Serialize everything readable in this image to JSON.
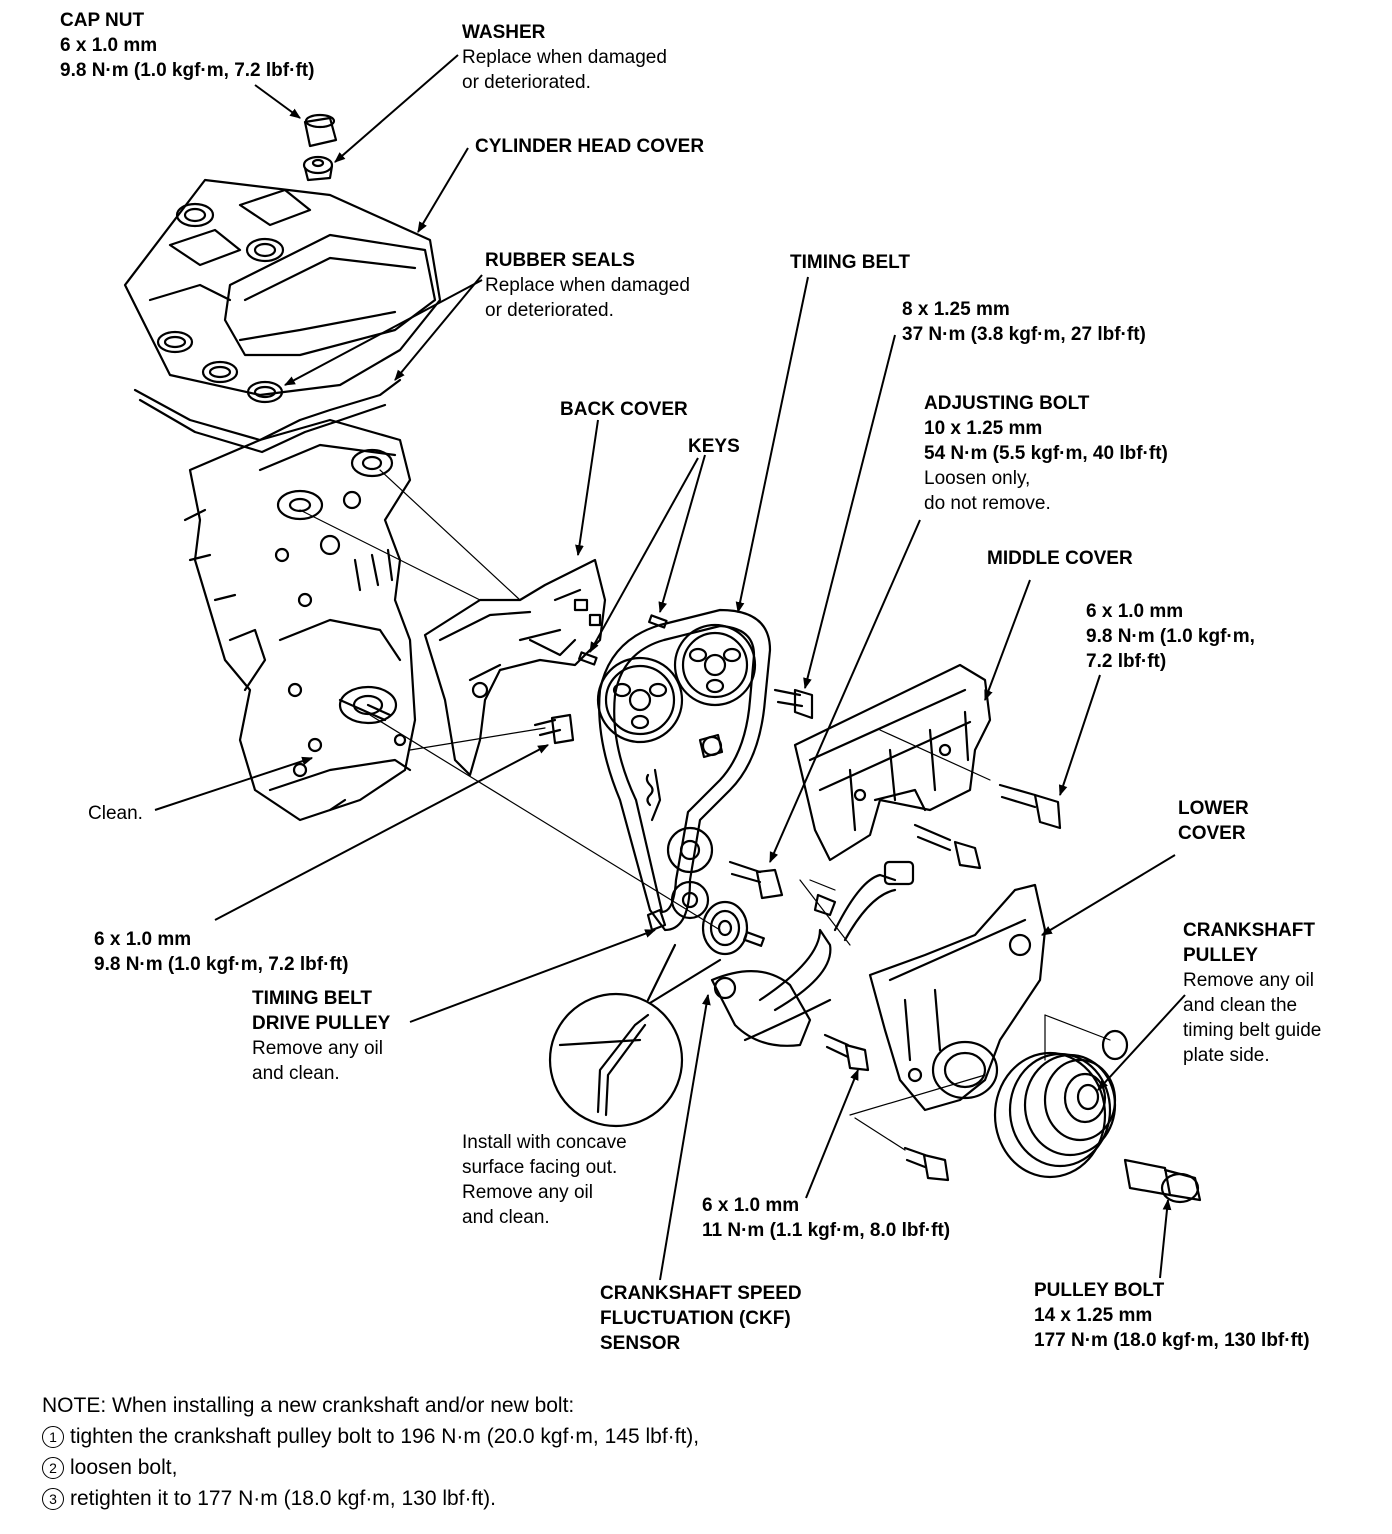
{
  "labels": {
    "cap_nut": {
      "title": "CAP NUT",
      "line1": "6 x 1.0 mm",
      "line2": "9.8 N·m (1.0 kgf·m, 7.2 lbf·ft)"
    },
    "washer": {
      "title": "WASHER",
      "line1": "Replace when damaged",
      "line2": "or deteriorated."
    },
    "cylinder_head_cover": {
      "title": "CYLINDER HEAD COVER"
    },
    "rubber_seals": {
      "title": "RUBBER SEALS",
      "line1": "Replace when damaged",
      "line2": "or deteriorated."
    },
    "timing_belt": {
      "title": "TIMING BELT"
    },
    "bolt_8x125": {
      "line1": "8 x 1.25 mm",
      "line2": "37 N·m (3.8 kgf·m, 27 lbf·ft)"
    },
    "back_cover": {
      "title": "BACK COVER"
    },
    "keys": {
      "title": "KEYS"
    },
    "adjusting_bolt": {
      "title": "ADJUSTING BOLT",
      "line1": "10 x 1.25 mm",
      "line2": "54 N·m (5.5 kgf·m, 40 lbf·ft)",
      "line3": "Loosen only,",
      "line4": "do not remove."
    },
    "middle_cover": {
      "title": "MIDDLE COVER"
    },
    "bolt_6x10_right": {
      "line1": "6 x 1.0 mm",
      "line2": "9.8 N·m (1.0 kgf·m,",
      "line3": "7.2 lbf·ft)"
    },
    "clean": {
      "text": "Clean."
    },
    "lower_cover": {
      "line1": "LOWER",
      "line2": "COVER"
    },
    "bolt_6x10_left": {
      "line1": "6 x 1.0 mm",
      "line2": "9.8 N·m (1.0 kgf·m, 7.2 lbf·ft)"
    },
    "crankshaft_pulley": {
      "title1": "CRANKSHAFT",
      "title2": "PULLEY",
      "line1": "Remove any oil",
      "line2": "and clean the",
      "line3": "timing belt guide",
      "line4": "plate side."
    },
    "drive_pulley": {
      "title1": "TIMING BELT",
      "title2": "DRIVE PULLEY",
      "line1": "Remove any oil",
      "line2": "and clean."
    },
    "install_concave": {
      "line1": "Install with concave",
      "line2": "surface facing out.",
      "line3": "Remove any oil",
      "line4": "and clean."
    },
    "bolt_6x10_11nm": {
      "line1": "6 x 1.0 mm",
      "line2": "11 N·m (1.1 kgf·m, 8.0 lbf·ft)"
    },
    "ckf_sensor": {
      "line1": "CRANKSHAFT SPEED",
      "line2": "FLUCTUATION (CKF)",
      "line3": "SENSOR"
    },
    "pulley_bolt": {
      "title": "PULLEY BOLT",
      "line1": "14 x 1.25 mm",
      "line2": "177 N·m (18.0 kgf·m, 130 lbf·ft)"
    }
  },
  "note": {
    "header": "NOTE:  When installing a new crankshaft and/or new bolt:",
    "steps": [
      {
        "num": "1",
        "text": "tighten the crankshaft pulley bolt to 196 N·m (20.0 kgf·m, 145 lbf·ft),"
      },
      {
        "num": "2",
        "text": "loosen bolt,"
      },
      {
        "num": "3",
        "text": "retighten it to 177 N·m (18.0 kgf·m, 130 lbf·ft)."
      }
    ]
  },
  "colors": {
    "ink": "#000000",
    "paper": "#ffffff"
  }
}
